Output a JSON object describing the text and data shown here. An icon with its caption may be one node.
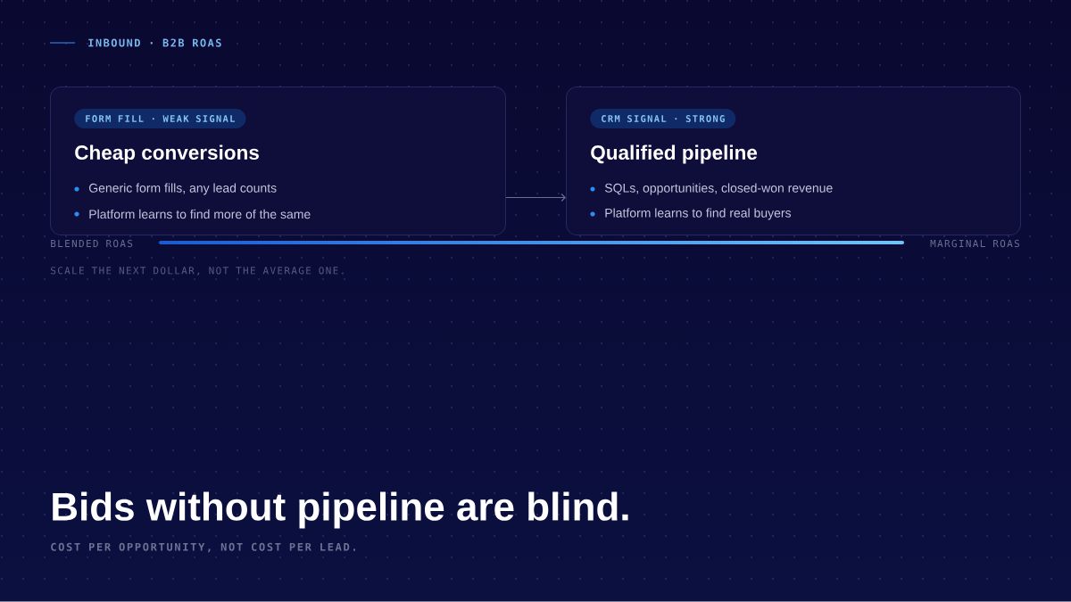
{
  "diagram": {
    "title": "Bids without pipeline are blind.",
    "caption": "COST PER OPPORTUNITY, NOT COST PER LEAD.",
    "nodes": [
      {
        "text": [
          "Cheap conversions",
          "Generic form fills, any lead counts",
          "Platform learns to find more of the same"
        ]
      },
      {
        "text": [
          "FORM FILL · WEAK SIGNAL"
        ],
        "in": 0
      },
      {
        "text": [
          "Qualified pipeline",
          "SQLs, opportunities, closed-won revenue",
          "Platform learns to find real buyers"
        ]
      },
      {
        "text": [
          "CRM SIGNAL · STRONG"
        ],
        "in": 2
      }
    ],
    "edges": [
      {
        "from": 0,
        "to": 2,
        "arrow": "to"
      }
    ],
    "labels": [
      "INBOUND · B2B ROAS",
      "BLENDED ROAS",
      "MARGINAL ROAS",
      "SCALE THE NEXT DOLLAR, NOT THE AVERAGE ONE."
    ]
  }
}
